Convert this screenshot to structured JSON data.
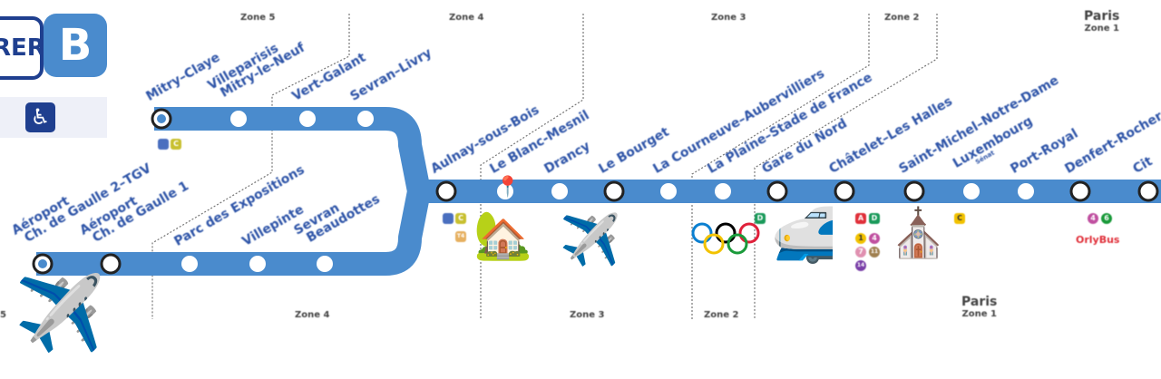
{
  "header": {
    "rer_logo": "RER",
    "line_letter": "B",
    "accessibility_icon": "wheelchair-icon"
  },
  "colors": {
    "line": "#4a8bcd",
    "label": "#2f55a8",
    "logo_dark": "#1f3f8f",
    "orlybus": "#e0303a"
  },
  "zones_top": [
    "Zone 5",
    "Zone 4",
    "Zone 3",
    "Zone 2"
  ],
  "zones_bottom": [
    "5",
    "Zone 4",
    "Zone 3",
    "Zone 2"
  ],
  "paris_top": {
    "name": "Paris",
    "zone": "Zone 1"
  },
  "paris_bottom": {
    "name": "Paris",
    "zone": "Zone 1"
  },
  "stations": {
    "top_branch": [
      {
        "name": "Mitry–Claye",
        "type": "terminus"
      },
      {
        "name": "Villeparisis",
        "name2": "Mitry-le-Neuf",
        "type": "stop"
      },
      {
        "name": "Vert-Galant",
        "type": "stop"
      },
      {
        "name": "Sevran–Livry",
        "type": "stop"
      }
    ],
    "bottom_branch": [
      {
        "name": "Aéroport",
        "name2": "Ch. de Gaulle 2–TGV",
        "type": "terminus"
      },
      {
        "name": "Aéroport",
        "name2": "Ch. de Gaulle 1",
        "type": "interchange"
      },
      {
        "name": "Parc des Expositions",
        "type": "stop"
      },
      {
        "name": "Villepinte",
        "type": "stop"
      },
      {
        "name": "Sevran",
        "name2": "Beaudottes",
        "type": "stop"
      }
    ],
    "trunk": [
      {
        "name": "Aulnay-sous-Bois",
        "type": "interchange"
      },
      {
        "name": "Le Blanc-Mesnil",
        "type": "stop"
      },
      {
        "name": "Drancy",
        "type": "stop"
      },
      {
        "name": "Le Bourget",
        "type": "interchange"
      },
      {
        "name": "La Courneuve–Aubervilliers",
        "type": "stop"
      },
      {
        "name": "La Plaine–Stade de France",
        "type": "stop"
      },
      {
        "name": "Gare du Nord",
        "type": "interchange"
      },
      {
        "name": "Châtelet–Les Halles",
        "type": "interchange"
      },
      {
        "name": "Saint-Michel–Notre-Dame",
        "type": "interchange"
      },
      {
        "name": "Luxembourg",
        "name3": "Sénat",
        "type": "stop"
      },
      {
        "name": "Port-Royal",
        "type": "stop"
      },
      {
        "name": "Denfert-Rochereau",
        "type": "interchange"
      },
      {
        "name": "Cit",
        "type": "interchange"
      }
    ]
  },
  "connections": {
    "mitry": [
      "C"
    ],
    "aulnay": [
      "C",
      "T4"
    ],
    "gare_du_nord": [
      "D"
    ],
    "chatelet": [
      "A",
      "D",
      "1",
      "4",
      "7",
      "11",
      "14"
    ],
    "saint_michel": [
      "C"
    ],
    "denfert": [
      "4",
      "6"
    ],
    "orlybus": "OrlyBus"
  },
  "overlays": {
    "airplane_cdg": "✈️",
    "pin": "📍",
    "house": "🏡",
    "airplane_bourget": "✈️",
    "olympic_rings": "olympic-rings",
    "high_speed_train": "🚅",
    "cathedral": "⛪"
  }
}
